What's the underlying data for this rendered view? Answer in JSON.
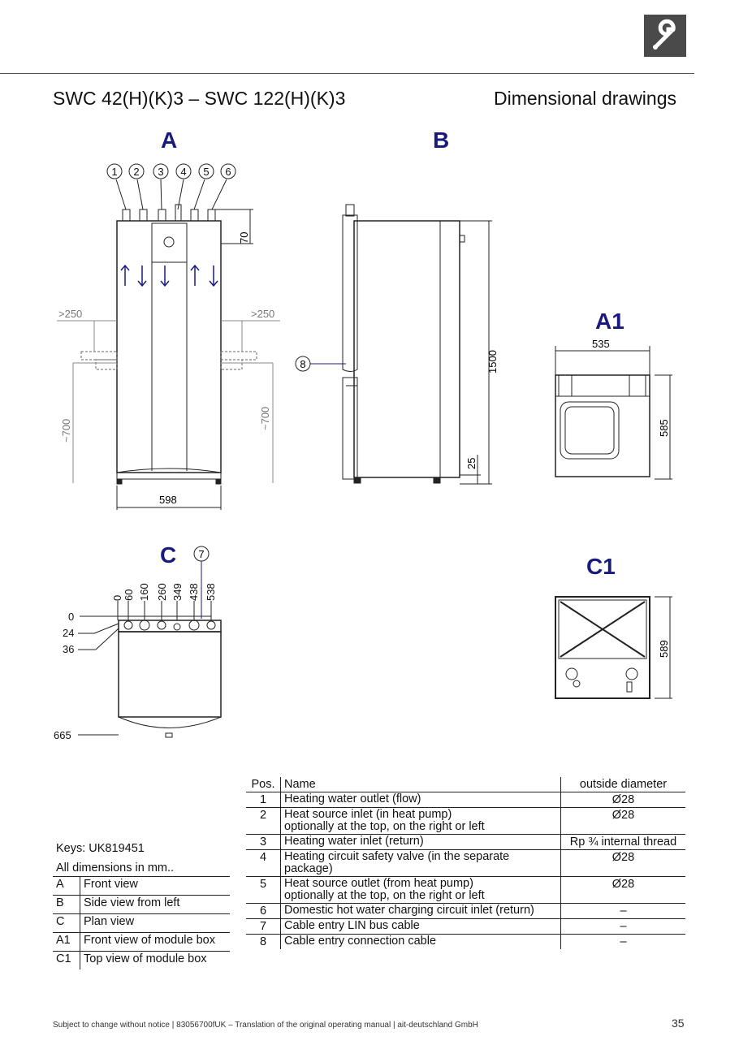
{
  "header": {
    "title_left": "SWC 42(H)(K)3 – SWC 122(H)(K)3",
    "title_right": "Dimensional drawings",
    "icon": "wrench-icon"
  },
  "drawings": {
    "labels": {
      "A": "A",
      "B": "B",
      "A1": "A1",
      "C": "C",
      "C1": "C1"
    },
    "callouts": [
      "1",
      "2",
      "3",
      "4",
      "5",
      "6",
      "7",
      "8"
    ],
    "dims_A": {
      "clear_left": ">250",
      "clear_right": ">250",
      "height_left": "~700",
      "height_right": "~700",
      "top": "70",
      "width": "598"
    },
    "dims_B": {
      "height": "1500",
      "foot": "25"
    },
    "dims_A1": {
      "width": "535",
      "height": "585"
    },
    "dims_C": {
      "x": [
        "0",
        "60",
        "160",
        "260",
        "349",
        "438",
        "538"
      ],
      "y": [
        "0",
        "24",
        "36",
        "665"
      ]
    },
    "dims_C1": {
      "height": "589"
    }
  },
  "keys": {
    "title": "Keys: UK819451",
    "subtitle": "All dimensions in mm..",
    "rows": [
      {
        "k": "A",
        "v": "Front view"
      },
      {
        "k": "B",
        "v": "Side view from left"
      },
      {
        "k": "C",
        "v": "Plan view"
      },
      {
        "k": "A1",
        "v": "Front view of module box"
      },
      {
        "k": "C1",
        "v": "Top view of module box"
      }
    ]
  },
  "positions": {
    "headers": [
      "Pos.",
      "Name",
      "outside diameter"
    ],
    "rows": [
      {
        "pos": "1",
        "name": "Heating water outlet (flow)",
        "name2": "",
        "od": "Ø28"
      },
      {
        "pos": "2",
        "name": "Heat source inlet (in heat pump)",
        "name2": "optionally at the top, on the right or left",
        "od": "Ø28"
      },
      {
        "pos": "3",
        "name": "Heating water inlet (return)",
        "name2": "",
        "od": "Rp ¾ internal thread"
      },
      {
        "pos": "4",
        "name": "Heating circuit safety valve (in the separate package)",
        "name2": "",
        "od": "Ø28"
      },
      {
        "pos": "5",
        "name": "Heat source outlet (from heat pump)",
        "name2": "optionally at the top, on the right or left",
        "od": "Ø28"
      },
      {
        "pos": "6",
        "name": "Domestic hot water charging circuit inlet (return)",
        "name2": "",
        "od": "–"
      },
      {
        "pos": "7",
        "name": "Cable entry LIN bus cable",
        "name2": "",
        "od": "–"
      },
      {
        "pos": "8",
        "name": "Cable entry connection cable",
        "name2": "",
        "od": "–"
      }
    ]
  },
  "footer": {
    "text": "Subject to change without notice  |  83056700fUK – Translation of the original operating manual |  ait-deutschland GmbH",
    "page": "35"
  }
}
